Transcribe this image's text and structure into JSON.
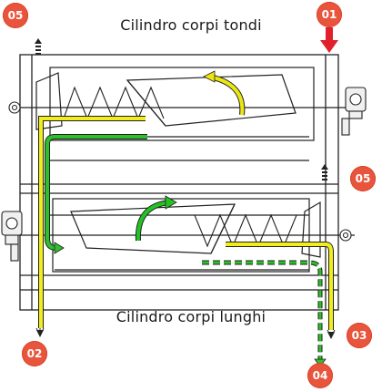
{
  "titles": {
    "top_cylinder": "Cilindro corpi tondi",
    "bottom_cylinder": "Cilindro corpi lunghi"
  },
  "badges": {
    "inlet": "01",
    "round_bodies_outlet": "02",
    "long_bodies_outlet": "03",
    "fines_outlet": "04",
    "exhaust_top": "05",
    "exhaust_side": "05"
  },
  "colors": {
    "badge": "#e8553c",
    "inlet_arrow": "#e0202a",
    "yellow_flow": "#f2ee1a",
    "green_flow": "#2fbf2a",
    "frame_line": "#222222",
    "rotation_yellow": "#ece514",
    "rotation_green": "#22c322"
  },
  "icons": [
    "down-arrow-icon",
    "up-arrow-icon",
    "rotation-arrow-icon",
    "motor-icon",
    "bearing-icon",
    "screw-conveyor-icon"
  ]
}
